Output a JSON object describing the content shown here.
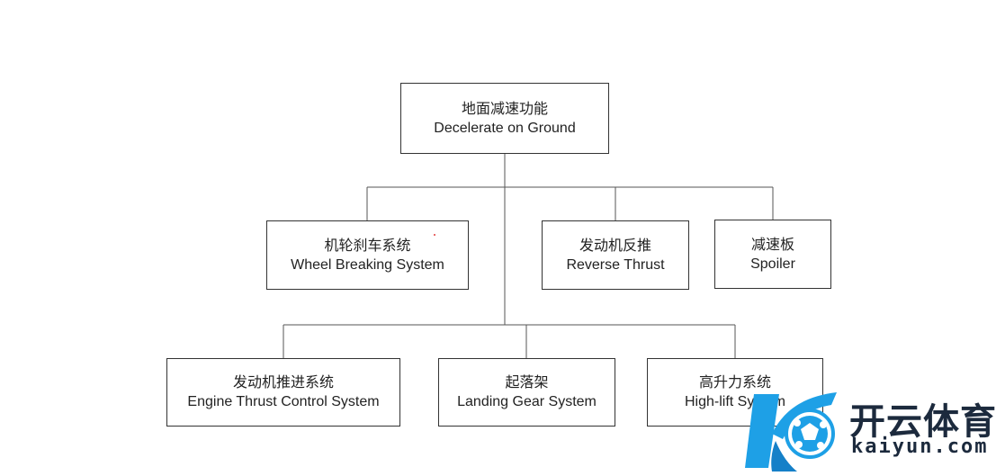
{
  "diagram": {
    "root": {
      "zh": "地面减速功能",
      "en": "Decelerate on Ground"
    },
    "children": [
      {
        "id": "wheel",
        "zh": "机轮刹车系统",
        "en": "Wheel Breaking System"
      },
      {
        "id": "reverse",
        "zh": "发动机反推",
        "en": "Reverse Thrust"
      },
      {
        "id": "spoiler",
        "zh": "减速板",
        "en": "Spoiler"
      },
      {
        "id": "engine",
        "zh": "发动机推进系统",
        "en": "Engine Thrust Control System"
      },
      {
        "id": "landing",
        "zh": "起落架",
        "en": "Landing Gear System"
      },
      {
        "id": "highlift",
        "zh": "高升力系统",
        "en": "High-lift System"
      }
    ]
  },
  "watermark": {
    "name_cn": "开云体育",
    "domain": "kaiyun.com"
  },
  "colors": {
    "line": "#555555",
    "border": "#333333",
    "logo_blue": "#1ea0e6",
    "logo_dark": "#1c2a3d"
  }
}
